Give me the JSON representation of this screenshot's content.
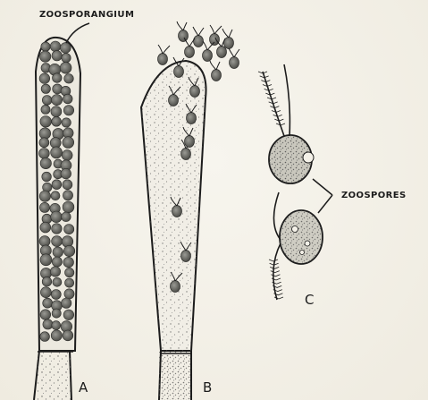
{
  "figure": {
    "labels": {
      "zoosporangium": "ZOOSPORANGIUM",
      "zoospores": "ZOOSPORES",
      "panel_a": "A",
      "panel_b": "B",
      "panel_c": "C"
    },
    "colors": {
      "ink": "#1c1c1c",
      "paper": "#f4f1e8",
      "spore_fill": "#6b6b66",
      "hypha_fill": "#efece3"
    }
  }
}
